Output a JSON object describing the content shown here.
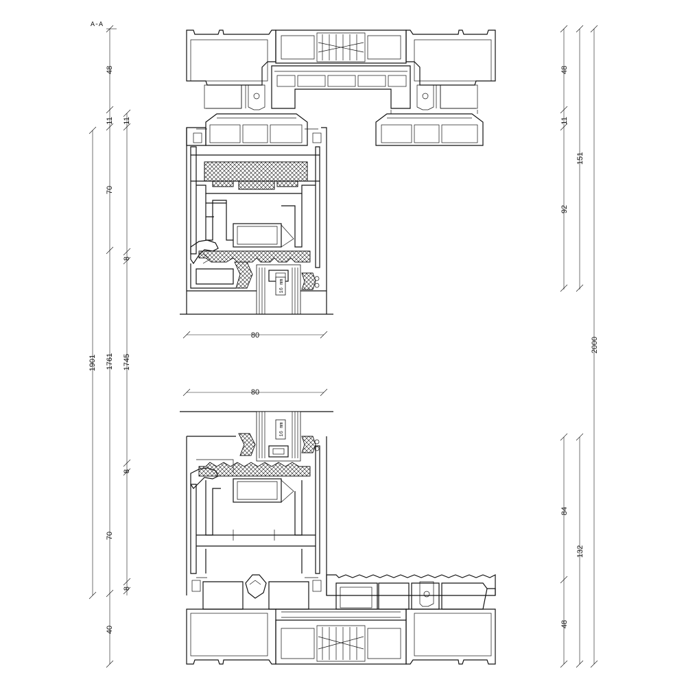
{
  "section_label": "A-A",
  "glass_tag": "16 mm",
  "left_dims": {
    "col1": [
      "48",
      "11",
      "70",
      "40"
    ],
    "col2": [
      "11",
      "8",
      "8",
      "8"
    ],
    "total_1901": "1901",
    "total_1761": "1761",
    "total_1745": "1745"
  },
  "right_dims": {
    "top_48": "48",
    "top_11": "11",
    "h92": "92",
    "h151": "151",
    "h84": "84",
    "h132": "132",
    "bottom_48": "48",
    "total": "2000"
  },
  "width_dims": {
    "upper": "80",
    "lower": "80"
  }
}
